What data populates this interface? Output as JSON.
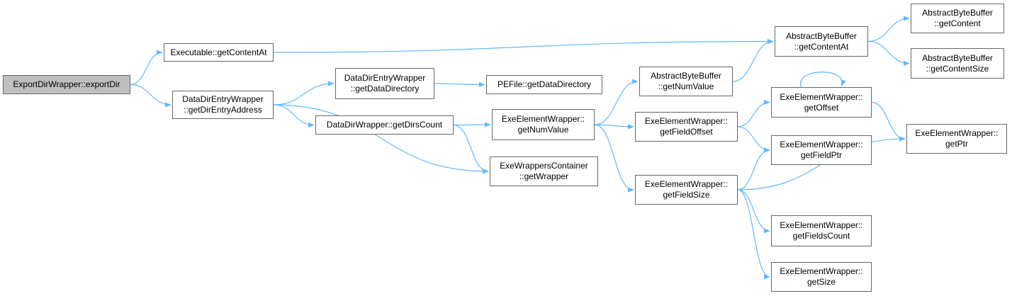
{
  "colors": {
    "edge": "#63b8ff",
    "node_border": "#666666",
    "root_fill": "#bfbfbf",
    "node_fill": "#ffffff"
  },
  "nodes": {
    "root": {
      "lines": [
        "ExportDirWrapper::exportDir"
      ]
    },
    "getcontentat": {
      "lines": [
        "Executable::getContentAt"
      ]
    },
    "getdirentry": {
      "lines": [
        "DataDirEntryWrapper",
        "::getDirEntryAddress"
      ]
    },
    "getdatadir": {
      "lines": [
        "DataDirEntryWrapper",
        "::getDataDirectory"
      ]
    },
    "pefile": {
      "lines": [
        "PEFile::getDataDirectory"
      ]
    },
    "dirscount": {
      "lines": [
        "DataDirWrapper::getDirsCount"
      ]
    },
    "numvalue": {
      "lines": [
        "ExeElementWrapper::",
        "getNumValue"
      ]
    },
    "getwrapper": {
      "lines": [
        "ExeWrappersContainer",
        "::getWrapper"
      ]
    },
    "abb_numvalue": {
      "lines": [
        "AbstractByteBuffer",
        "::getNumValue"
      ]
    },
    "fieldoffset": {
      "lines": [
        "ExeElementWrapper::",
        "getFieldOffset"
      ]
    },
    "fieldsize": {
      "lines": [
        "ExeElementWrapper::",
        "getFieldSize"
      ]
    },
    "abb_contentat": {
      "lines": [
        "AbstractByteBuffer",
        "::getContentAt"
      ]
    },
    "getoffset": {
      "lines": [
        "ExeElementWrapper::",
        "getOffset"
      ]
    },
    "fieldptr": {
      "lines": [
        "ExeElementWrapper::",
        "getFieldPtr"
      ]
    },
    "fieldscount": {
      "lines": [
        "ExeElementWrapper::",
        "getFieldsCount"
      ]
    },
    "getsize": {
      "lines": [
        "ExeElementWrapper::",
        "getSize"
      ]
    },
    "abb_content": {
      "lines": [
        "AbstractByteBuffer",
        "::getContent"
      ]
    },
    "abb_contentsize": {
      "lines": [
        "AbstractByteBuffer",
        "::getContentSize"
      ]
    },
    "getptr": {
      "lines": [
        "ExeElementWrapper::",
        "getPtr"
      ]
    }
  },
  "edges": [
    [
      "root",
      "getcontentat"
    ],
    [
      "root",
      "getdirentry"
    ],
    [
      "getcontentat",
      "abb_contentat"
    ],
    [
      "getdirentry",
      "getdatadir"
    ],
    [
      "getdirentry",
      "dirscount"
    ],
    [
      "getdirentry",
      "getwrapper"
    ],
    [
      "getdatadir",
      "pefile"
    ],
    [
      "dirscount",
      "numvalue"
    ],
    [
      "dirscount",
      "getwrapper"
    ],
    [
      "numvalue",
      "abb_numvalue"
    ],
    [
      "numvalue",
      "fieldoffset"
    ],
    [
      "numvalue",
      "fieldsize"
    ],
    [
      "abb_numvalue",
      "abb_contentat"
    ],
    [
      "fieldoffset",
      "getoffset"
    ],
    [
      "fieldoffset",
      "fieldptr"
    ],
    [
      "fieldsize",
      "fieldptr"
    ],
    [
      "fieldsize",
      "getptr"
    ],
    [
      "fieldsize",
      "fieldscount"
    ],
    [
      "fieldsize",
      "getsize"
    ],
    [
      "getoffset",
      "getoffset"
    ],
    [
      "getoffset",
      "getptr"
    ],
    [
      "abb_contentat",
      "abb_content"
    ],
    [
      "abb_contentat",
      "abb_contentsize"
    ]
  ]
}
